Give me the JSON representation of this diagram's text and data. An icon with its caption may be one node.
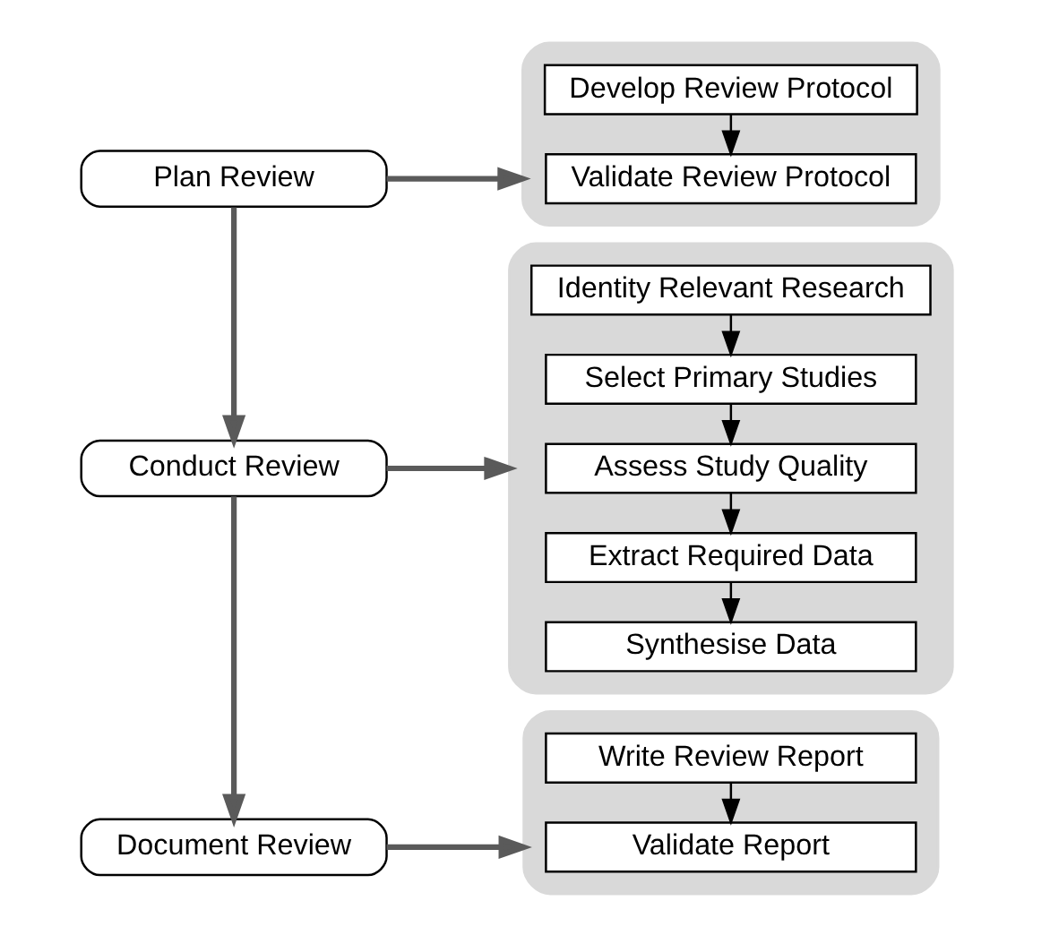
{
  "diagram": {
    "nodes": [
      {
        "text": [
          "Plan Review"
        ]
      },
      {
        "text": [],
        "shape": "box"
      },
      {
        "text": [
          "Develop Review Protocol"
        ],
        "in": 1
      },
      {
        "text": [
          "Validate Review Protocol"
        ],
        "in": 1
      },
      {
        "text": [
          "Conduct Review"
        ]
      },
      {
        "text": [],
        "shape": "box"
      },
      {
        "text": [
          "Identity Relevant Research"
        ],
        "in": 5
      },
      {
        "text": [
          "Select Primary Studies"
        ],
        "in": 5
      },
      {
        "text": [
          "Assess Study Quality"
        ],
        "in": 5
      },
      {
        "text": [
          "Extract Required Data"
        ],
        "in": 5
      },
      {
        "text": [
          "Synthesise Data"
        ],
        "in": 5
      },
      {
        "text": [
          "Document Review"
        ]
      },
      {
        "text": [],
        "shape": "box"
      },
      {
        "text": [
          "Write Review Report"
        ],
        "in": 12
      },
      {
        "text": [
          "Validate Report"
        ],
        "in": 12
      }
    ],
    "edges": [
      {
        "from": 0,
        "to": 4,
        "arrow": "to",
        "style": "thick",
        "color": "#5a5a5a"
      },
      {
        "from": 4,
        "to": 11,
        "arrow": "to",
        "style": "thick",
        "color": "#5a5a5a"
      },
      {
        "from": 0,
        "to": 1,
        "arrow": "to",
        "style": "thick",
        "color": "#5a5a5a"
      },
      {
        "from": 2,
        "to": 3,
        "arrow": "to"
      },
      {
        "from": 4,
        "to": 5,
        "arrow": "to",
        "style": "thick",
        "color": "#5a5a5a"
      },
      {
        "from": 6,
        "to": 7,
        "arrow": "to"
      },
      {
        "from": 7,
        "to": 8,
        "arrow": "to"
      },
      {
        "from": 8,
        "to": 9,
        "arrow": "to"
      },
      {
        "from": 9,
        "to": 10,
        "arrow": "to"
      },
      {
        "from": 11,
        "to": 12,
        "arrow": "to",
        "style": "thick",
        "color": "#5a5a5a"
      },
      {
        "from": 13,
        "to": 14,
        "arrow": "to"
      }
    ]
  }
}
